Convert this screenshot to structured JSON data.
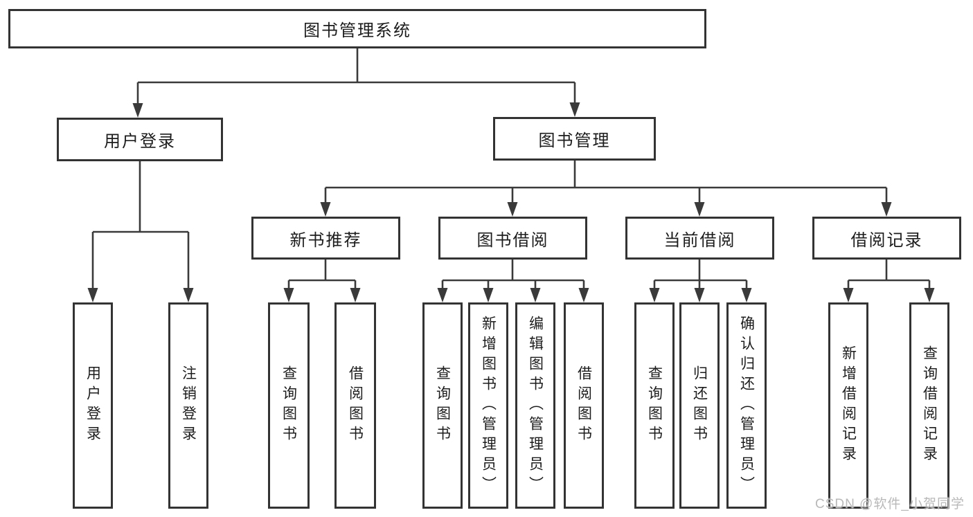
{
  "tree": {
    "root": {
      "label": "图书管理系统"
    },
    "branches": [
      {
        "label": "用户登录",
        "children": [
          "用户登录",
          "注销登录"
        ]
      },
      {
        "label": "图书管理",
        "groups": [
          {
            "label": "新书推荐",
            "children": [
              "查询图书",
              "借阅图书"
            ]
          },
          {
            "label": "图书借阅",
            "children": [
              "查询图书",
              "新增图书（管理员）",
              "编辑图书（管理员）",
              "借阅图书"
            ]
          },
          {
            "label": "当前借阅",
            "children": [
              "查询图书",
              "归还图书",
              "确认归还（管理员）"
            ]
          },
          {
            "label": "借阅记录",
            "children": [
              "新增借阅记录",
              "查询借阅记录"
            ]
          }
        ]
      }
    ]
  },
  "watermark": {
    "text": "CSDN @软件_小贺同学"
  },
  "colors": {
    "line": "#3a3a3a",
    "box_border": "#333333",
    "text": "#1c1c1c",
    "watermark": "#b9b9b9",
    "background": "#ffffff"
  }
}
